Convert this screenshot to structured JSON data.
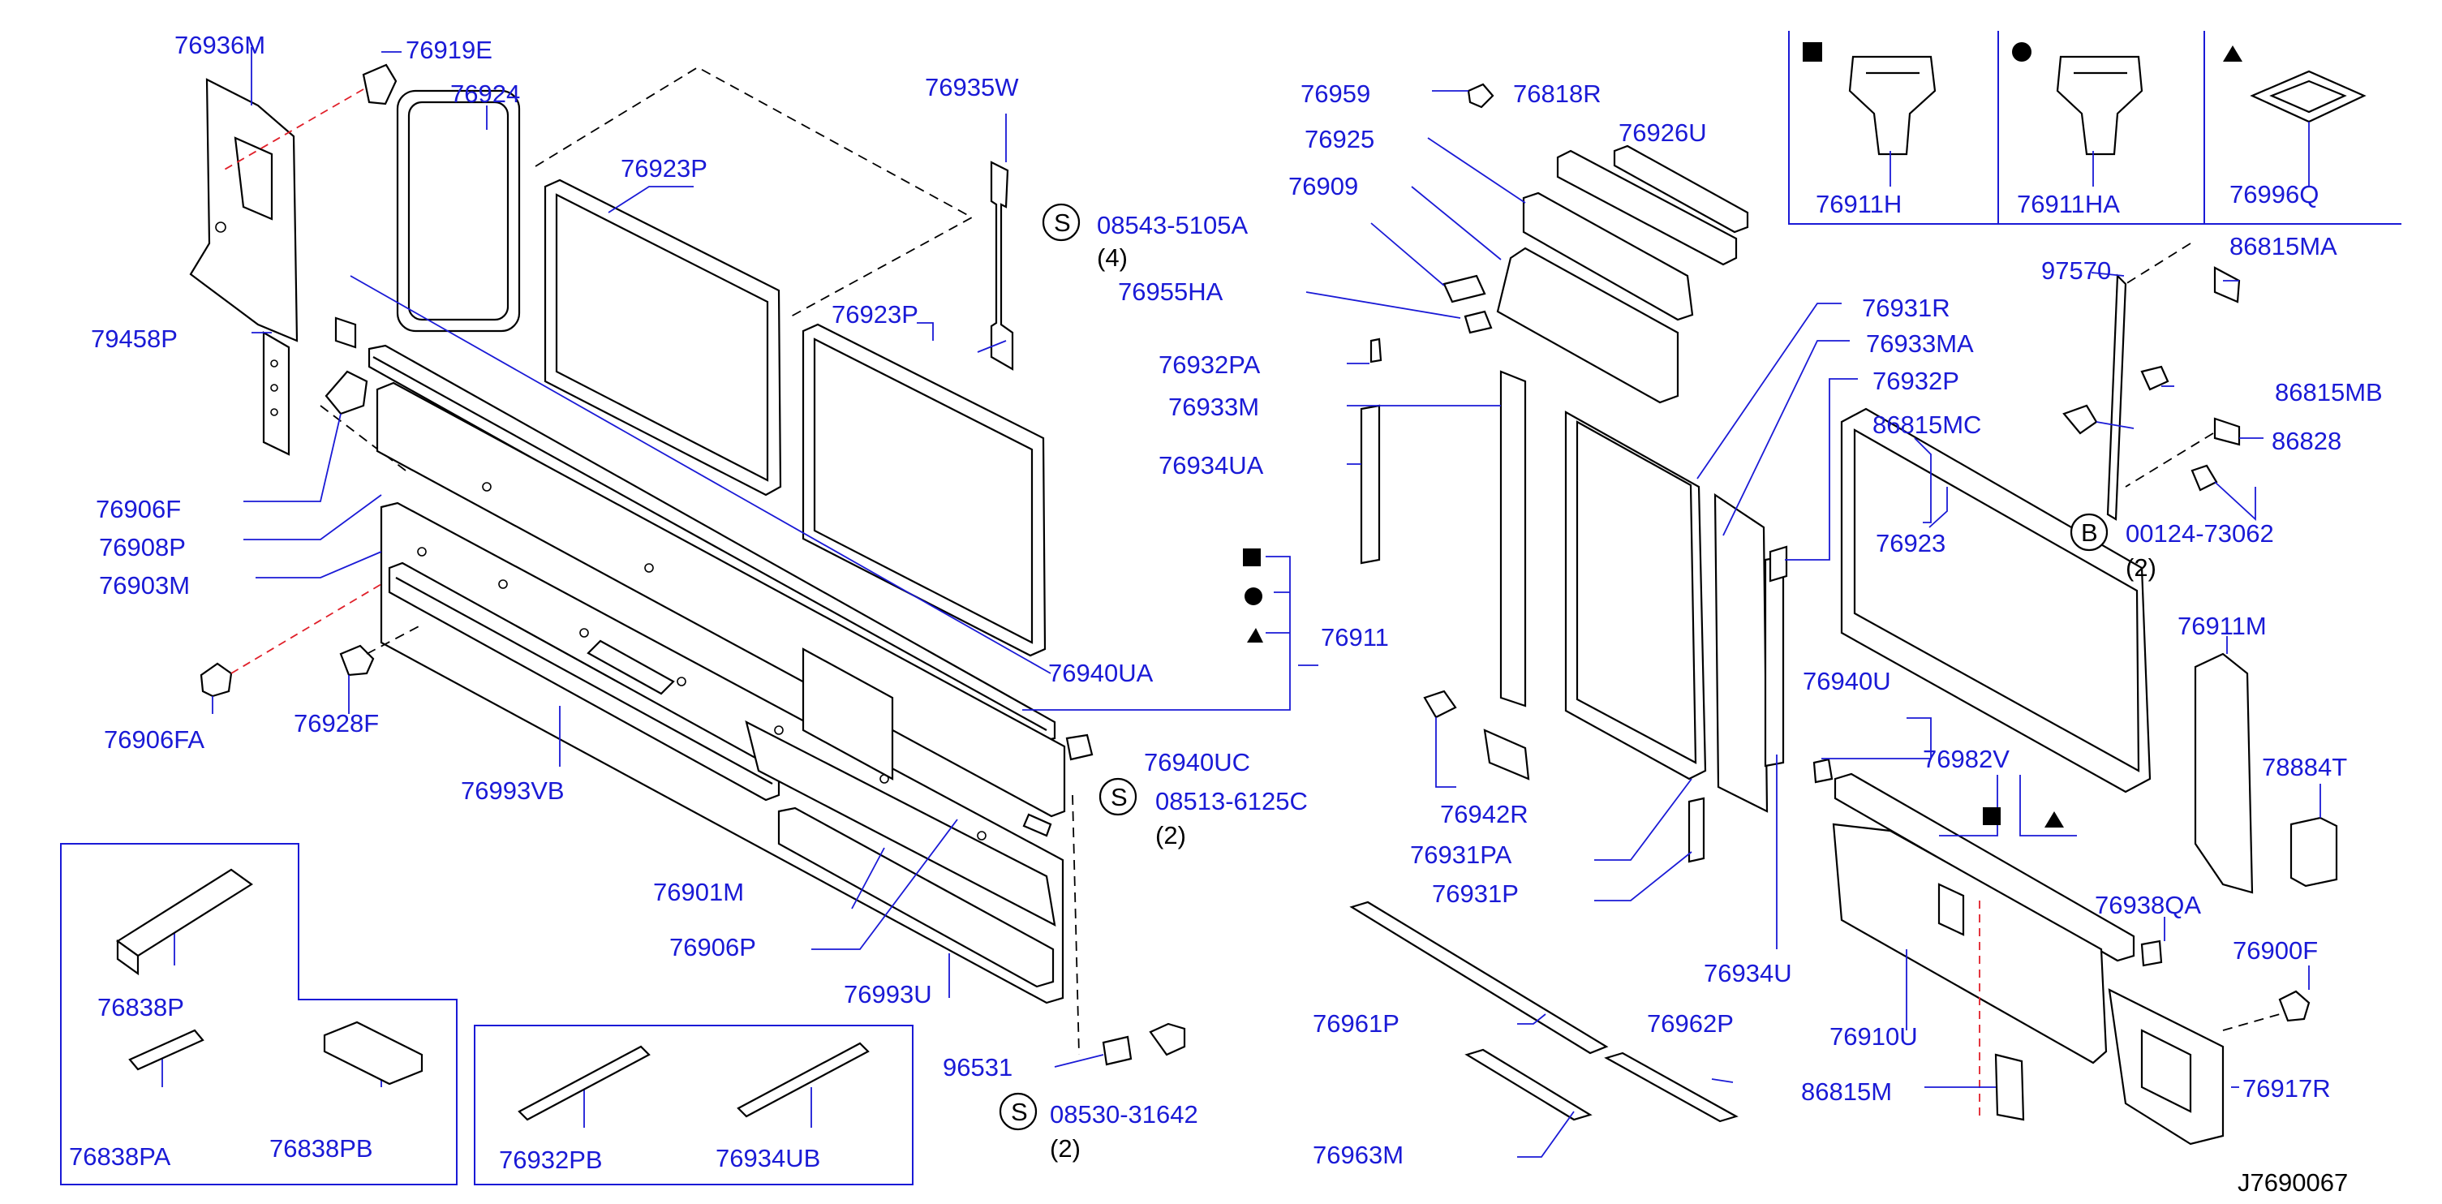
{
  "diagram": {
    "code": "J7690067",
    "parts": {
      "p76936M": "76936M",
      "p76919E": "76919E",
      "p76924": "76924",
      "p76923P_a": "76923P",
      "p76935W": "76935W",
      "p08543": "08543-5105A",
      "q08543": "(4)",
      "p76955HA": "76955HA",
      "p76923P_b": "76923P",
      "p79458P": "79458P",
      "p76906F": "76906F",
      "p76908P": "76908P",
      "p76903M": "76903M",
      "p76940UA": "76940UA",
      "p76906FA": "76906FA",
      "p76928F": "76928F",
      "p76993VB": "76993VB",
      "p76940UC": "76940UC",
      "p08513": "08513-6125C",
      "q08513": "(2)",
      "p76901M": "76901M",
      "p76906P": "76906P",
      "p76993U": "76993U",
      "p96531": "96531",
      "p08530": "08530-31642",
      "q08530": "(2)",
      "p76838P": "76838P",
      "p76838PA": "76838PA",
      "p76838PB": "76838PB",
      "p76932PB": "76932PB",
      "p76934UB": "76934UB",
      "p76959": "76959",
      "p76818R": "76818R",
      "p76925": "76925",
      "p76926U": "76926U",
      "p76909": "76909",
      "p76932PA": "76932PA",
      "p76933M": "76933M",
      "p76934UA": "76934UA",
      "p76911": "76911",
      "p76942R": "76942R",
      "p76931PA": "76931PA",
      "p76931P": "76931P",
      "p76961P": "76961P",
      "p76962P": "76962P",
      "p76963M": "76963M",
      "p76931R": "76931R",
      "p76933MA": "76933MA",
      "p76932P": "76932P",
      "p76934U": "76934U",
      "p76911H": "76911H",
      "p76911HA": "76911HA",
      "p76996Q": "76996Q",
      "p97570": "97570",
      "p86815MA": "86815MA",
      "p86815MB": "86815MB",
      "p86815MC": "86815MC",
      "p86828": "86828",
      "p76923": "76923",
      "p00124": "00124-73062",
      "q00124": "(2)",
      "p76911M": "76911M",
      "p76940U": "76940U",
      "p76982V": "76982V",
      "p78884T": "78884T",
      "p76938QA": "76938QA",
      "p76900F": "76900F",
      "p76910U": "76910U",
      "p86815M": "86815M",
      "p76917R": "76917R"
    },
    "callouts": {
      "S": "S",
      "B": "B"
    }
  }
}
